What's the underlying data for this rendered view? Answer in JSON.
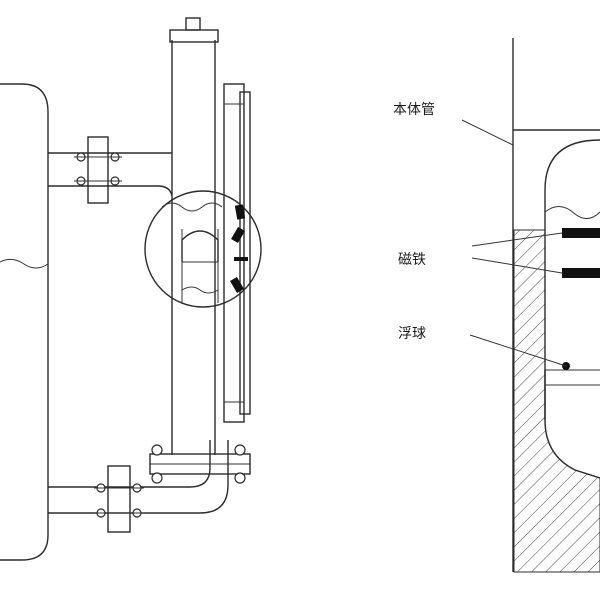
{
  "labels": {
    "body_tube": "本体管",
    "magnet": "磁铁",
    "float_ball": "浮球"
  },
  "colors": {
    "line": "#2b2b2b",
    "magnet": "#111111",
    "background": "#ffffff"
  }
}
